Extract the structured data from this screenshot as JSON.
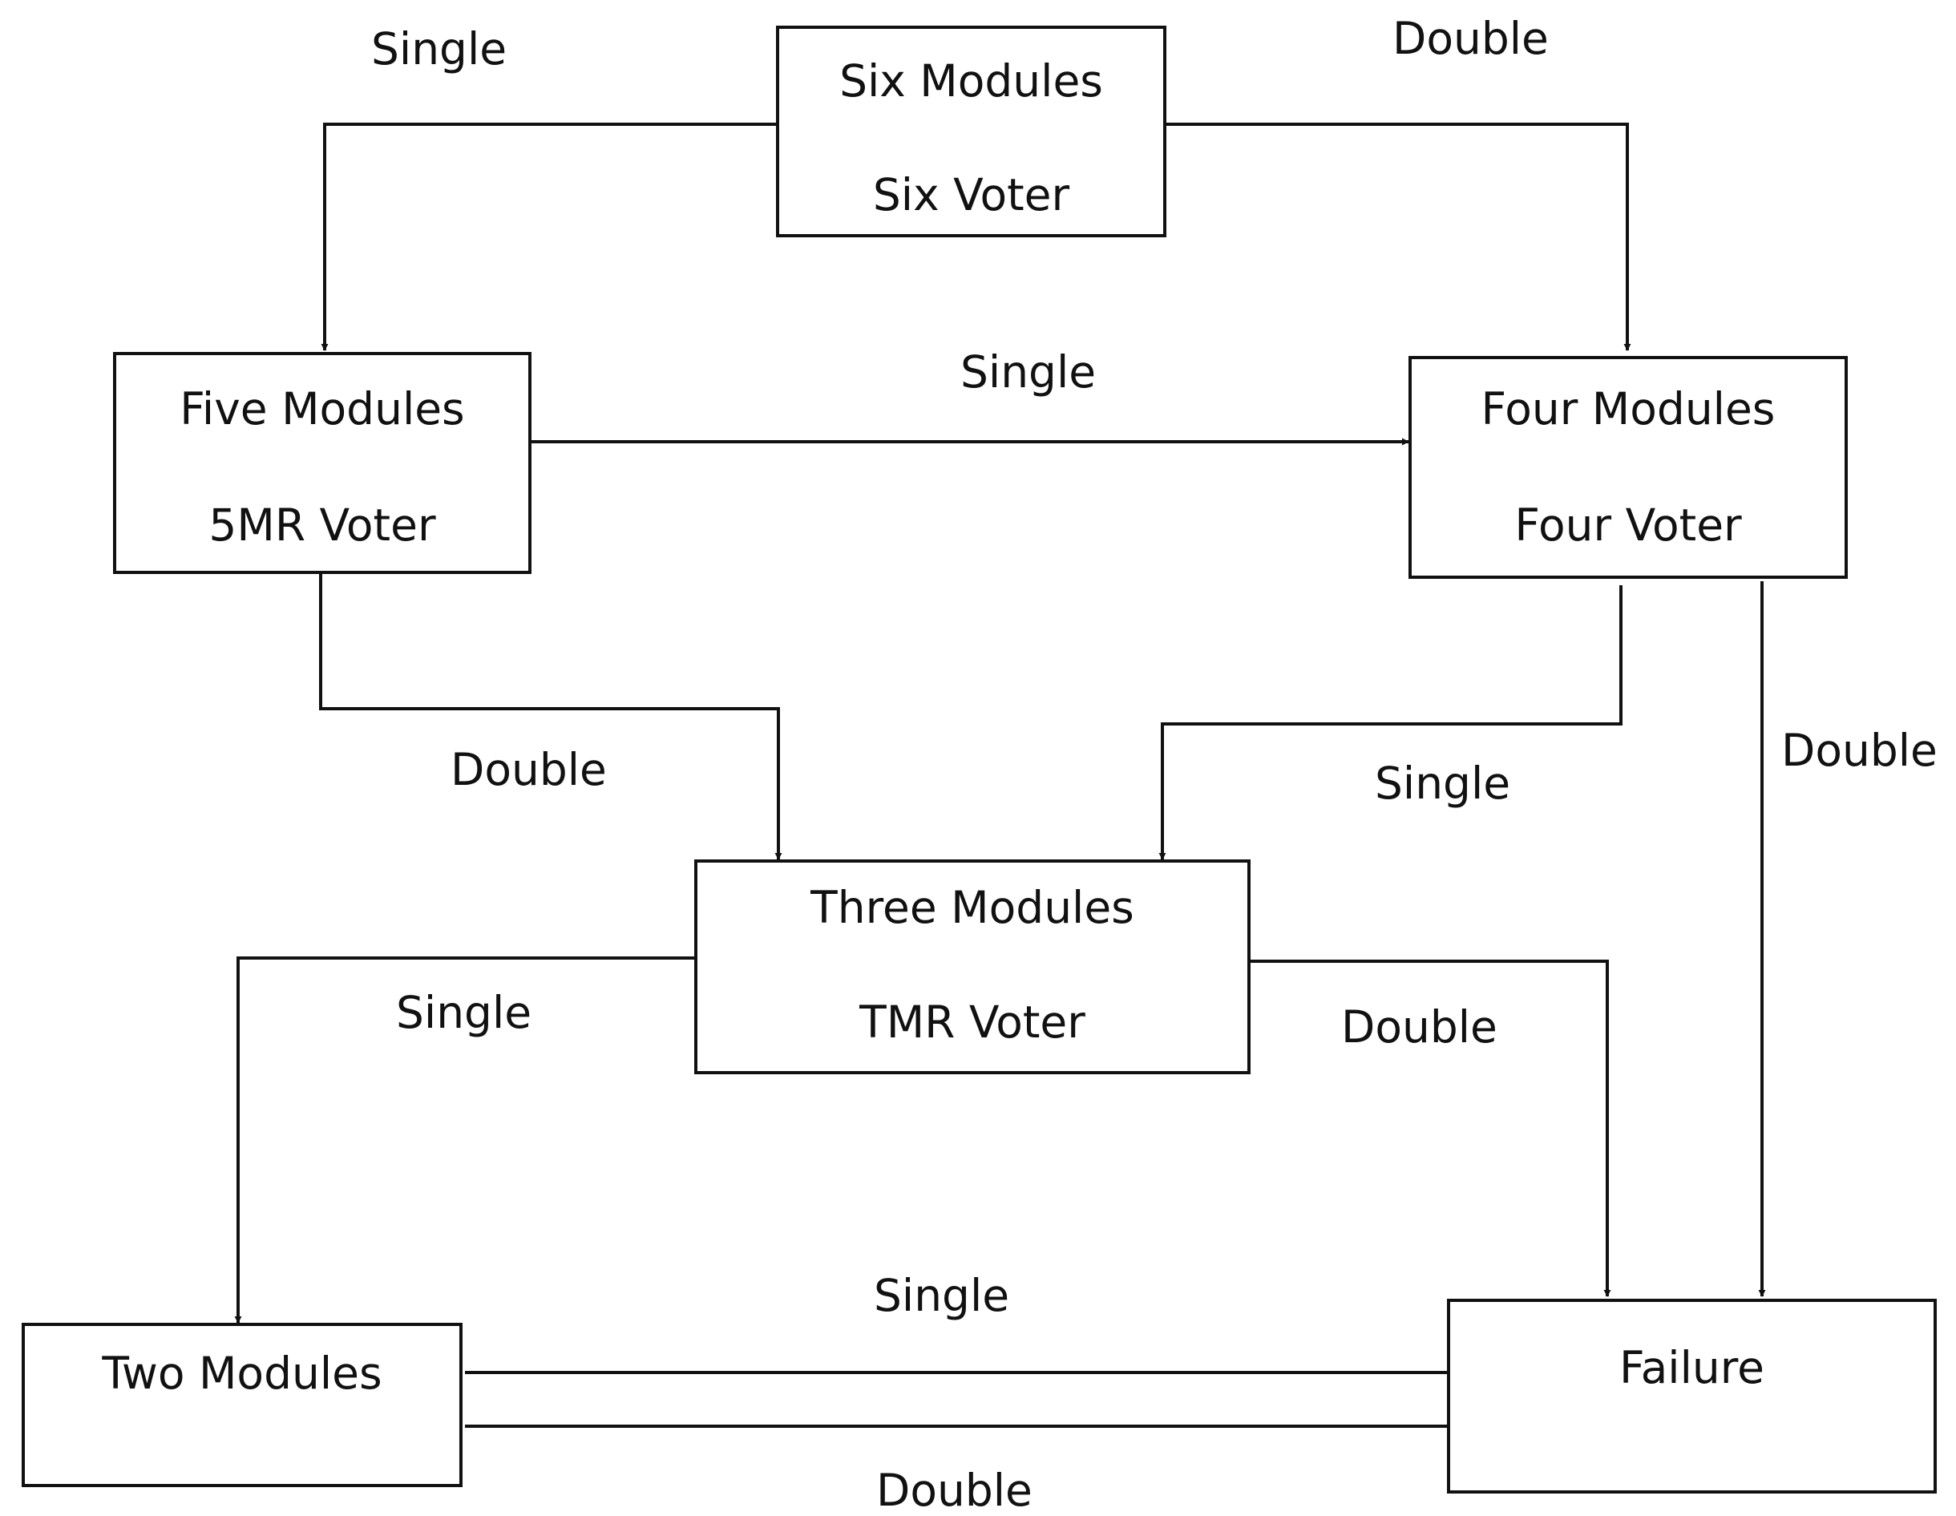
{
  "nodes": {
    "six": {
      "line1": "Six Modules",
      "line2": "Six Voter"
    },
    "five": {
      "line1": "Five Modules",
      "line2": "5MR Voter"
    },
    "four": {
      "line1": "Four Modules",
      "line2": "Four Voter"
    },
    "three": {
      "line1": "Three Modules",
      "line2": "TMR Voter"
    },
    "two": {
      "line1": "Two Modules"
    },
    "failure": {
      "line1": "Failure"
    }
  },
  "edges": {
    "six_to_five": "Single",
    "six_to_four": "Double",
    "five_to_four": "Single",
    "five_to_three": "Double",
    "four_to_three": "Single",
    "four_to_failure": "Double",
    "three_to_two": "Single",
    "three_to_failure": "Double",
    "two_to_failure_single": "Single",
    "two_to_failure_double": "Double"
  }
}
